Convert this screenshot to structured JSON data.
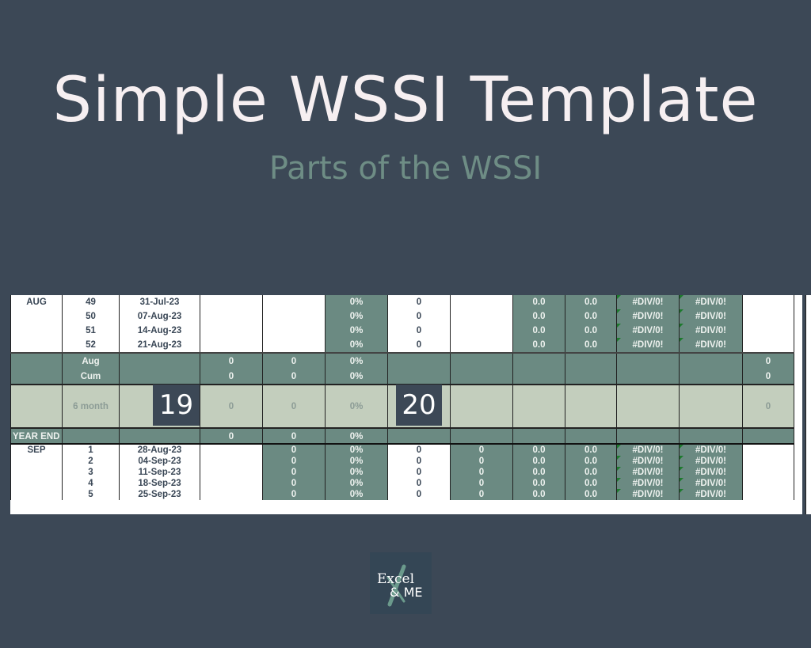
{
  "header": {
    "title": "Simple WSSI Template",
    "subtitle": "Parts of the WSSI"
  },
  "badges": [
    "19",
    "20"
  ],
  "logo": {
    "line1": "Excel",
    "line2": "& ME"
  },
  "colors": {
    "background": "#3c4856",
    "teal": "#6b8a82",
    "sage": "#c3cebd",
    "title": "#f6eff1"
  },
  "sheet": {
    "rows": [
      {
        "type": "week",
        "cells": [
          "AUG",
          "49",
          "31-Jul-23",
          "",
          "",
          "0%",
          "0",
          "",
          "0.0",
          "0.0",
          "#DIV/0!",
          "#DIV/0!",
          ""
        ]
      },
      {
        "type": "week",
        "cells": [
          "",
          "50",
          "07-Aug-23",
          "",
          "",
          "0%",
          "0",
          "",
          "0.0",
          "0.0",
          "#DIV/0!",
          "#DIV/0!",
          ""
        ]
      },
      {
        "type": "week",
        "cells": [
          "",
          "51",
          "14-Aug-23",
          "",
          "",
          "0%",
          "0",
          "",
          "0.0",
          "0.0",
          "#DIV/0!",
          "#DIV/0!",
          ""
        ]
      },
      {
        "type": "week",
        "cells": [
          "",
          "52",
          "21-Aug-23",
          "",
          "",
          "0%",
          "0",
          "",
          "0.0",
          "0.0",
          "#DIV/0!",
          "#DIV/0!",
          ""
        ]
      },
      {
        "type": "sum",
        "cells": [
          "",
          "Aug",
          "",
          "0",
          "0",
          "0%",
          "",
          "",
          "",
          "",
          "",
          "",
          "0"
        ]
      },
      {
        "type": "sum",
        "cells": [
          "",
          "Cum",
          "",
          "0",
          "0",
          "0%",
          "",
          "",
          "",
          "",
          "",
          "",
          "0"
        ]
      },
      {
        "type": "six",
        "cells": [
          "",
          "6 month",
          "",
          "0",
          "0",
          "0%",
          "",
          "",
          "",
          "",
          "",
          "",
          "0"
        ]
      },
      {
        "type": "ye",
        "cells": [
          "YEAR END",
          "",
          "",
          "0",
          "0",
          "0%",
          "",
          "",
          "",
          "",
          "",
          "",
          ""
        ]
      },
      {
        "type": "sep",
        "cells": [
          "SEP",
          "1",
          "28-Aug-23",
          "",
          "0",
          "0%",
          "0",
          "0",
          "0.0",
          "0.0",
          "#DIV/0!",
          "#DIV/0!",
          ""
        ]
      },
      {
        "type": "sep",
        "cells": [
          "",
          "2",
          "04-Sep-23",
          "",
          "0",
          "0%",
          "0",
          "0",
          "0.0",
          "0.0",
          "#DIV/0!",
          "#DIV/0!",
          ""
        ]
      },
      {
        "type": "sep",
        "cells": [
          "",
          "3",
          "11-Sep-23",
          "",
          "0",
          "0%",
          "0",
          "0",
          "0.0",
          "0.0",
          "#DIV/0!",
          "#DIV/0!",
          ""
        ]
      },
      {
        "type": "sep",
        "cells": [
          "",
          "4",
          "18-Sep-23",
          "",
          "0",
          "0%",
          "0",
          "0",
          "0.0",
          "0.0",
          "#DIV/0!",
          "#DIV/0!",
          ""
        ]
      },
      {
        "type": "sep",
        "cells": [
          "",
          "5",
          "25-Sep-23",
          "",
          "0",
          "0%",
          "0",
          "0",
          "0.0",
          "0.0",
          "#DIV/0!",
          "#DIV/0!",
          ""
        ]
      }
    ]
  }
}
